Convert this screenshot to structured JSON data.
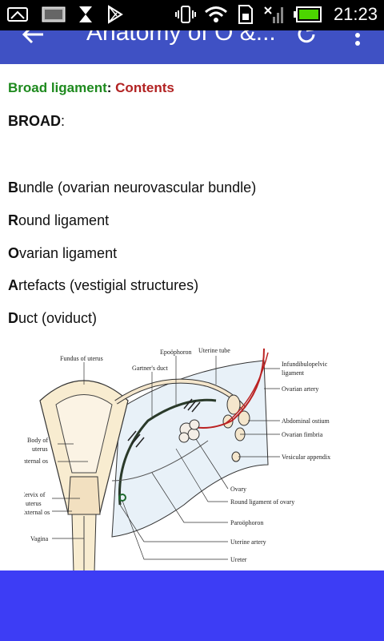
{
  "status_bar": {
    "time": "21:23",
    "icons": [
      "image-icon",
      "photo-icon",
      "hourglass-icon",
      "play-store-icon",
      "vibrate-icon",
      "wifi-icon",
      "sd-card-icon",
      "no-signal-icon",
      "battery-icon"
    ]
  },
  "app_bar": {
    "title": "Anatomy of O &...",
    "icons": [
      "back-arrow-icon",
      "refresh-icon",
      "more-vert-icon"
    ],
    "color": "#3f51c4"
  },
  "content": {
    "heading_green": "Broad ligament",
    "heading_sep": ":",
    "heading_red": "Contents",
    "mnemonic_title_bold": "BROAD",
    "mnemonic_title_rest": ":",
    "items": [
      {
        "letter": "B",
        "rest": "undle (ovarian neurovascular bundle)"
      },
      {
        "letter": "R",
        "rest": "ound ligament"
      },
      {
        "letter": "O",
        "rest": "varian ligament"
      },
      {
        "letter": "A",
        "rest": "rtefacts (vestigial structures)"
      },
      {
        "letter": "D",
        "rest": "uct (oviduct)"
      }
    ]
  },
  "diagram": {
    "labels": {
      "fundus": "Fundus of uterus",
      "epoophoron": "Epoöphoron",
      "uterine_tube": "Uterine tube",
      "gartners_duct": "Gartner's duct",
      "infundibulopelvic": "Infundibulopelvic",
      "infundibulopelvic2": "ligament",
      "ovarian_artery": "Ovarian artery",
      "abdominal_ostium": "Abdominal ostium",
      "ovarian_fimbria": "Ovarian fimbria",
      "vesicular_appendix": "Vesicular appendix",
      "body_of": "Body of",
      "uterus": "uterus",
      "internal_os": "Internal os",
      "cervix_of": "Cervix of",
      "uterus2": "uterus",
      "external_os": "External os",
      "vagina": "Vagina",
      "ovary": "Ovary",
      "round_ligament": "Round ligament of ovary",
      "paroophoron": "Paroöphoron",
      "uterine_artery": "Uterine artery",
      "ureter": "Ureter"
    }
  },
  "bottom_banner": {
    "color": "#3d3df5"
  }
}
